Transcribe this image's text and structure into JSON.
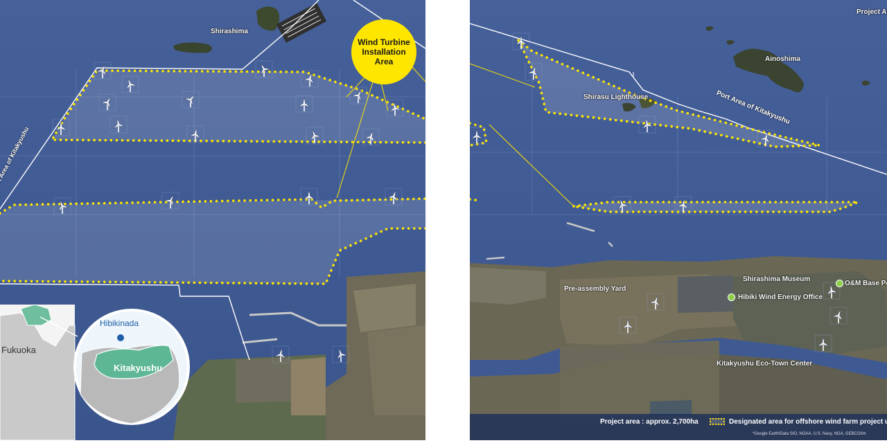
{
  "left_panel": {
    "labels": {
      "shirashima": "Shirashima",
      "port_area": "Port Area of Kitakyushu"
    },
    "callout": {
      "text": "Wind Turbine Installation Area",
      "color": "#ffe600"
    },
    "inset": {
      "fukuoka": "Fukuoka",
      "hibikinada": "Hibikinada",
      "kitakyushu": "Kitakyushu"
    }
  },
  "right_panel": {
    "labels": {
      "project_area_top": "Project Are",
      "ainoshima": "Ainoshima",
      "shirasu_lighthouse": "Shirasu Lighthouse",
      "port_area": "Port Area of Kitakyushu",
      "pre_assembly": "Pre-assembly Yard",
      "shirashima_museum": "Shirashima Museum",
      "hibiki_office": "Hibiki Wind Energy Office",
      "om_base": "O&M Base Por",
      "eco_town": "Kitakyushu Eco-Town Center"
    },
    "legend": {
      "project_area": "Project area : approx. 2,700ha",
      "designated": "Designated area for offshore wind farm project under",
      "credit": "*Google Earth/Data SIO, NOAA, U.S. Navy, NGA, GEBCO/im"
    }
  },
  "colors": {
    "sea": "#3f5a92",
    "dotted_boundary": "#ffe600",
    "port_boundary": "#ffffff",
    "marker_green": "#8ccf47"
  },
  "icons": {
    "turbine": "wind-turbine-icon",
    "marker": "location-dot-icon"
  }
}
